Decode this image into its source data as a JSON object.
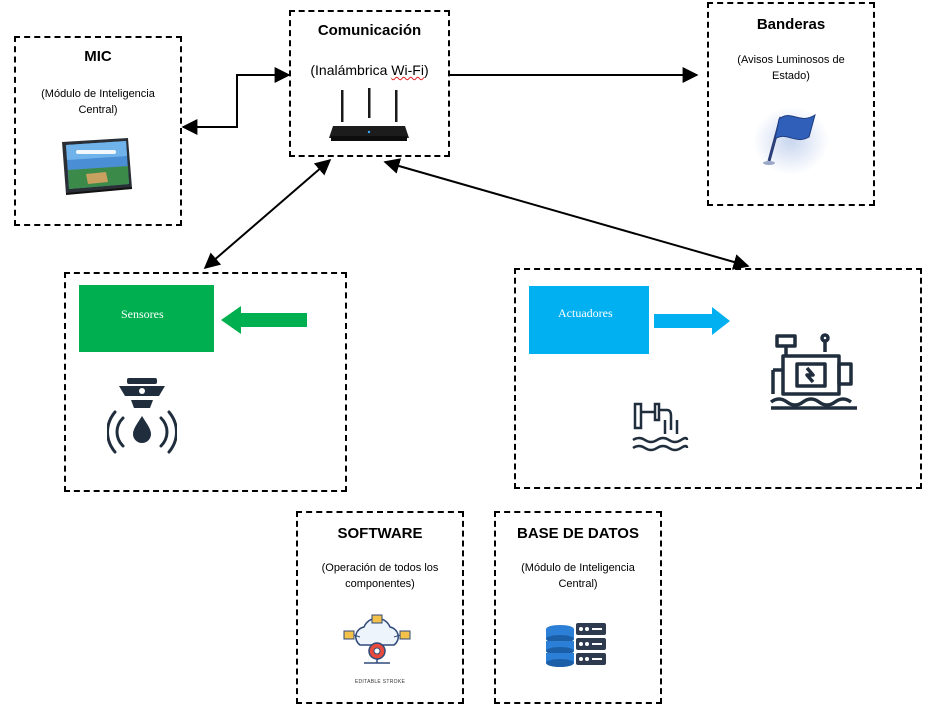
{
  "mic": {
    "title": "MIC",
    "subtitle_line1": "(Módulo de Inteligencia",
    "subtitle_line2": "Central)",
    "icon": "tablet-icon"
  },
  "comunicacion": {
    "title": "Comunicación",
    "subtitle_prefix": "(Inalámbrica ",
    "subtitle_flagged": "Wi-Fi",
    "subtitle_suffix": ")",
    "icon": "wifi-router-icon"
  },
  "banderas": {
    "title": "Banderas",
    "subtitle_line1": "(Avisos Luminosos de",
    "subtitle_line2": "Estado)",
    "icon": "flag-icon"
  },
  "sensores": {
    "label": "Sensores",
    "color": "#00b050",
    "icon": "water-leak-sensor-icon"
  },
  "actuadores": {
    "label": "Actuadores",
    "color": "#00b0f0",
    "icons": [
      "water-pump-icon",
      "water-outlet-icon"
    ]
  },
  "software": {
    "title": "SOFTWARE",
    "subtitle_line1": "(Operación de todos los",
    "subtitle_line2": "componentes)",
    "icon_caption": "EDITABLE STROKE",
    "icon": "cloud-gear-folders-icon"
  },
  "base_datos": {
    "title": "BASE DE DATOS",
    "subtitle_line1": "(Módulo de Inteligencia",
    "subtitle_line2": "Central)",
    "icon": "database-server-icon"
  },
  "connections": [
    {
      "from": "MIC",
      "to": "Comunicación",
      "direction": "bidirectional"
    },
    {
      "from": "Comunicación",
      "to": "Banderas",
      "direction": "one-way"
    },
    {
      "from": "Comunicación",
      "to": "Sensores",
      "direction": "bidirectional"
    },
    {
      "from": "Comunicación",
      "to": "Actuadores",
      "direction": "bidirectional"
    }
  ],
  "colors": {
    "sensor_green": "#00b050",
    "actuator_blue": "#00b0f0",
    "icon_navy": "#1f2d3d"
  }
}
